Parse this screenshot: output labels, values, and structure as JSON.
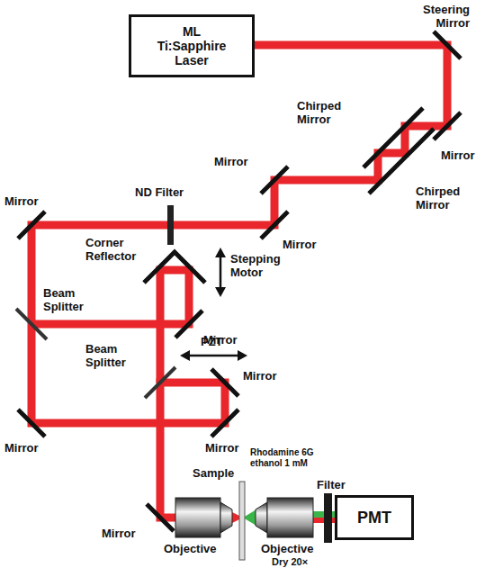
{
  "diagram": {
    "nodes": [
      {
        "text": [
          "ML Ti:Sapphire Laser"
        ]
      },
      {
        "text": [
          "PMT"
        ]
      }
    ],
    "labels": [
      "Steering Mirror",
      "Chirped Mirror",
      "Mirror",
      "Chirped Mirror",
      "Mirror",
      "ND Filter",
      "Mirror",
      "Mirror",
      "Corner Reflector",
      "Stepping Motor",
      "Beam Splitter",
      "Mirror",
      "Beam Splitter",
      "PZT",
      "Mirror",
      "Mirror",
      "Mirror",
      "Sample",
      "Rhodamine 6G ethanol 1 mM",
      "Filter",
      "Mirror",
      "Objective",
      "Objective",
      "Dry 20×"
    ]
  }
}
